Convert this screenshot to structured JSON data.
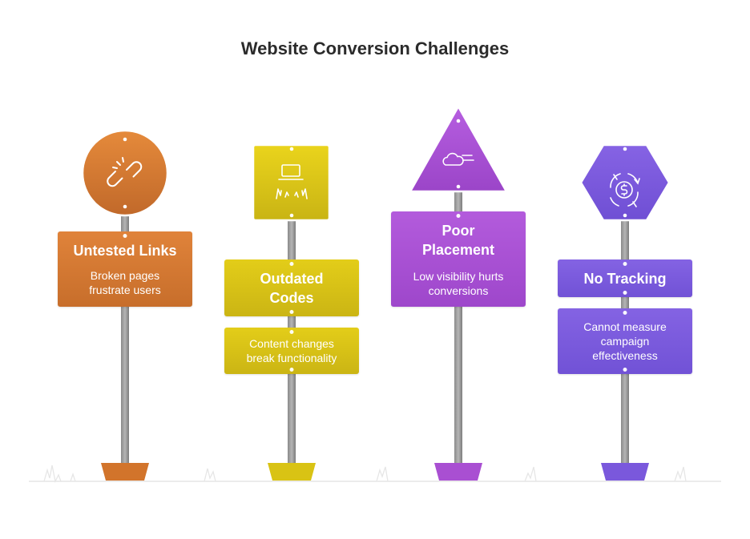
{
  "title": "Website Conversion Challenges",
  "signs": [
    {
      "id": "untested-links",
      "title": "Untested Links",
      "description": "Broken pages\nfrustrate users",
      "icon": "broken-link-icon",
      "shape": "circle",
      "color": "#d2742b"
    },
    {
      "id": "outdated-codes",
      "title": "Outdated\nCodes",
      "description": "Content changes\nbreak functionality",
      "icon": "laptop-hands-icon",
      "shape": "square",
      "color": "#d9c314"
    },
    {
      "id": "poor-placement",
      "title": "Poor\nPlacement",
      "description": "Low visibility hurts\nconversions",
      "icon": "cloud-wind-icon",
      "shape": "triangle",
      "color": "#a94fd2"
    },
    {
      "id": "no-tracking",
      "title": "No Tracking",
      "description": "Cannot measure\ncampaign\neffectiveness",
      "icon": "money-cycle-icon",
      "shape": "hexagon",
      "color": "#7a58dc"
    }
  ]
}
